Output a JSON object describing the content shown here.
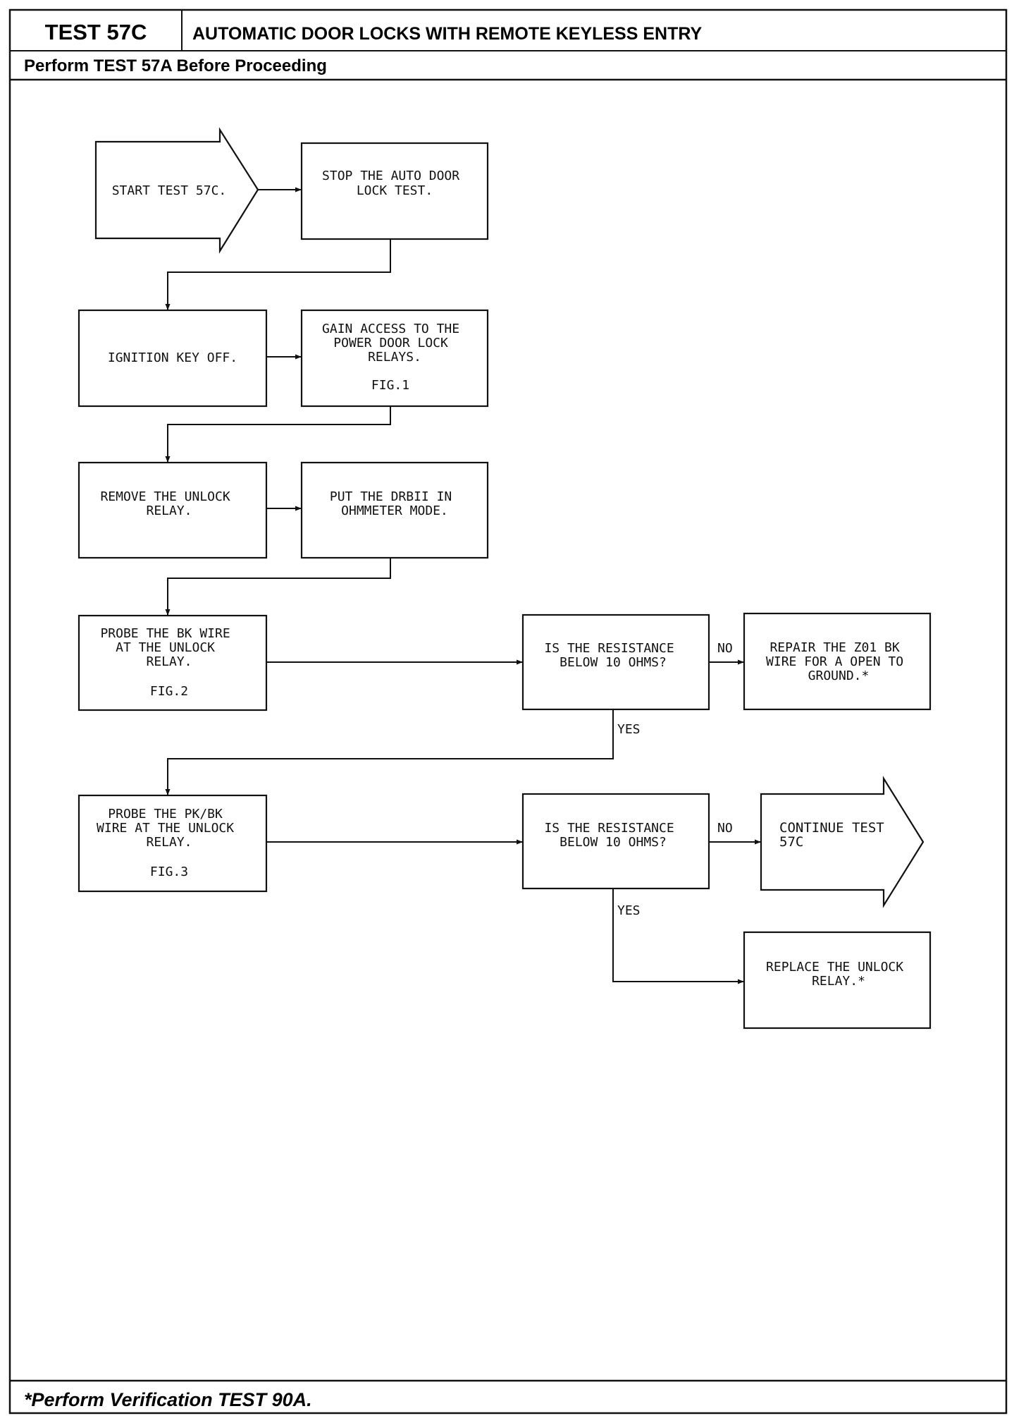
{
  "header": {
    "test_id": "TEST 57C",
    "title": "AUTOMATIC DOOR LOCKS WITH REMOTE KEYLESS ENTRY",
    "prerequisite": "Perform TEST 57A Before Proceeding"
  },
  "flowchart": {
    "start": [
      "START TEST 57C."
    ],
    "stop_auto_test": [
      "STOP THE AUTO DOOR",
      "LOCK TEST."
    ],
    "ignition_off": [
      "IGNITION KEY OFF."
    ],
    "gain_access": [
      "GAIN ACCESS TO THE",
      "POWER DOOR LOCK",
      "RELAYS."
    ],
    "gain_access_fig": "FIG.1",
    "remove_relay": [
      "REMOVE THE UNLOCK",
      "RELAY."
    ],
    "put_drb": [
      "PUT THE DRBII IN",
      "OHMMETER MODE."
    ],
    "probe_bk": [
      "PROBE THE BK WIRE",
      "AT THE UNLOCK",
      "RELAY."
    ],
    "probe_bk_fig": "FIG.2",
    "question_1": [
      "IS THE RESISTANCE",
      "BELOW 10 OHMS?"
    ],
    "repair_z01": [
      "REPAIR THE Z01 BK",
      "WIRE FOR A OPEN TO",
      "GROUND.*"
    ],
    "probe_pkbk": [
      "PROBE THE PK/BK",
      "WIRE AT THE UNLOCK",
      "RELAY."
    ],
    "probe_pkbk_fig": "FIG.3",
    "question_2": [
      "IS THE RESISTANCE",
      "BELOW 10 OHMS?"
    ],
    "continue_test": [
      "CONTINUE TEST",
      "57C"
    ],
    "replace_relay": [
      "REPLACE THE UNLOCK",
      "RELAY.*"
    ],
    "labels": {
      "no": "NO",
      "yes": "YES"
    }
  },
  "footer": {
    "note": "*Perform Verification TEST 90A."
  }
}
